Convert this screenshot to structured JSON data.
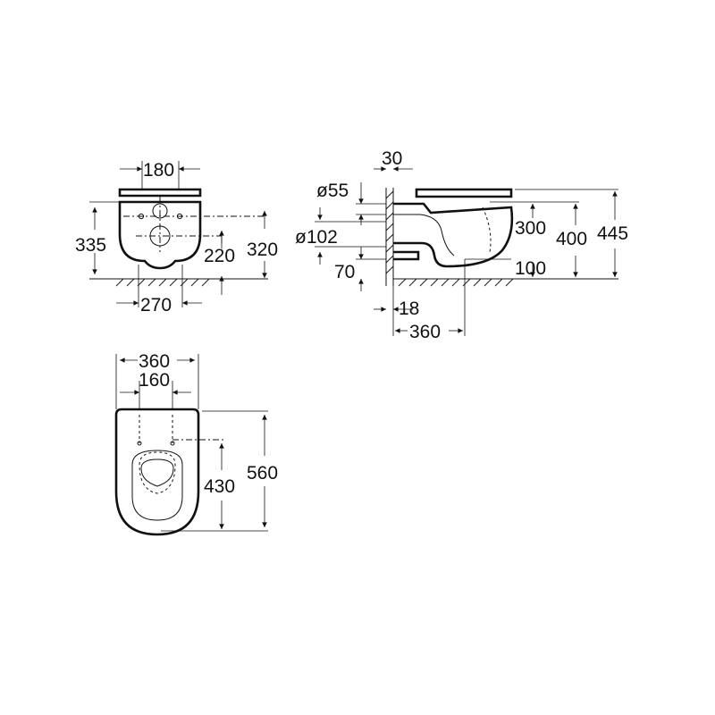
{
  "front_view": {
    "labels": {
      "width_top": "180",
      "height_left": "335",
      "height_mid": "220",
      "height_right": "320",
      "width_bottom": "270"
    }
  },
  "side_view": {
    "labels": {
      "wall_gap": "30",
      "pipe_small": "ø55",
      "pipe_large": "ø102",
      "bottom_offset": "70",
      "height_300": "300",
      "height_400": "400",
      "height_445": "445",
      "floor_100": "100",
      "offset_18": "18",
      "depth_360": "360"
    }
  },
  "top_view": {
    "labels": {
      "width_outer": "360",
      "width_inner": "160",
      "depth_430": "430",
      "depth_560": "560"
    }
  }
}
